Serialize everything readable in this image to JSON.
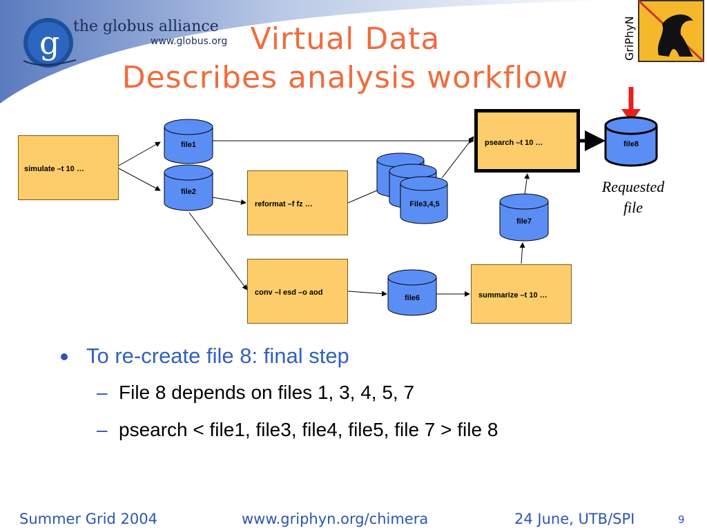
{
  "slide": {
    "title_line1": "Virtual Data",
    "title_line2": "Describes analysis workflow",
    "page_number": "9"
  },
  "logo": {
    "globus_name": "the globus alliance",
    "globus_url": "www.globus.org",
    "griphyn_name": "GriPhyN"
  },
  "diagram": {
    "processes": {
      "simulate": "simulate  –t 10 …",
      "reformat": "reformat  –f fz …",
      "conv": "conv  –l esd –o aod",
      "psearch": "psearch  –t 10 …",
      "summarize": "summarize  –t 10 …"
    },
    "files": {
      "file1": "file1",
      "file2": "file2",
      "file345": "File3,4,5",
      "file6": "file6",
      "file7": "file7",
      "file8": "file8"
    },
    "requested_label_line1": "Requested",
    "requested_label_line2": "file",
    "colors": {
      "process_fill": "#fdcc6b",
      "file_fill": "#5b8ef5",
      "highlight_arrow": "#e8201c"
    }
  },
  "bullets": {
    "main": "To re-create file 8: final step",
    "sub1": "File 8 depends on files 1, 3, 4, 5, 7",
    "sub2": "psearch < file1, file3, file4, file5, file 7 > file 8"
  },
  "footer": {
    "left": "Summer Grid 2004",
    "center": "www.griphyn.org/chimera",
    "right": "24 June, UTB/SPI"
  }
}
